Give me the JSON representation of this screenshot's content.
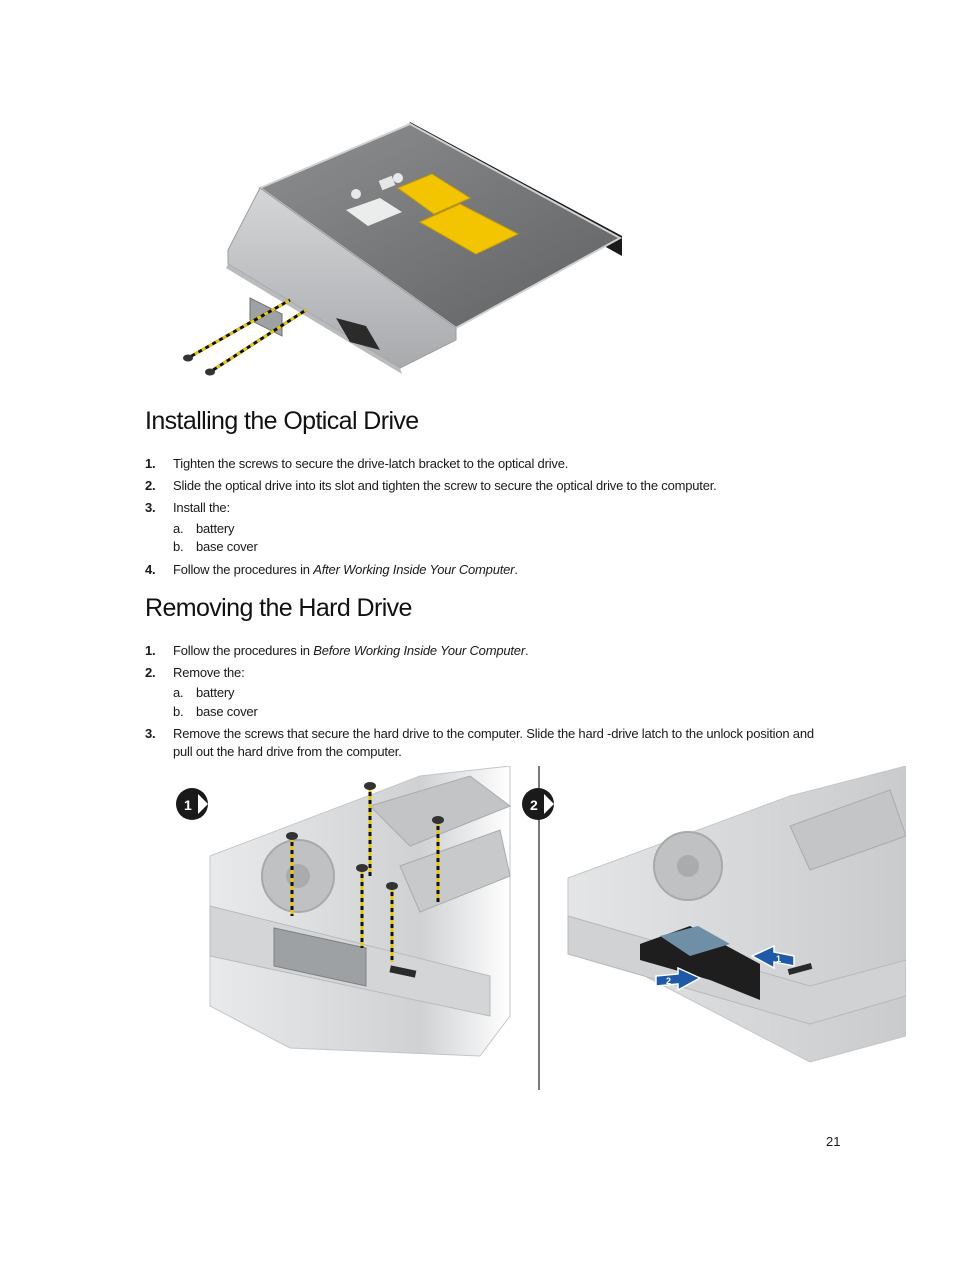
{
  "sections": [
    {
      "title": "Installing the Optical Drive",
      "steps": [
        {
          "num": "1.",
          "text": "Tighten the screws to secure the drive-latch bracket to the optical drive."
        },
        {
          "num": "2.",
          "text": "Slide the optical drive into its slot and tighten the screw to secure the optical drive to the computer."
        },
        {
          "num": "3.",
          "text": "Install the:",
          "subitems": [
            {
              "letter": "a.",
              "text": "battery"
            },
            {
              "letter": "b.",
              "text": "base cover"
            }
          ]
        },
        {
          "num": "4.",
          "text_before": "Follow the procedures in ",
          "text_italic": "After Working Inside Your Computer",
          "text_after": "."
        }
      ]
    },
    {
      "title": "Removing the Hard Drive",
      "steps": [
        {
          "num": "1.",
          "text_before": "Follow the procedures in ",
          "text_italic": "Before Working Inside Your Computer",
          "text_after": "."
        },
        {
          "num": "2.",
          "text": "Remove the:",
          "subitems": [
            {
              "letter": "a.",
              "text": "battery"
            },
            {
              "letter": "b.",
              "text": "base cover"
            }
          ]
        },
        {
          "num": "3.",
          "text": "Remove the screws that secure the hard drive to the computer. Slide the hard -drive latch to the unlock position and pull out the hard drive from the computer."
        }
      ]
    }
  ],
  "figure2": {
    "panel_badges": [
      "1",
      "2"
    ],
    "arrow_labels": [
      "1",
      "2"
    ]
  },
  "page_number": "21",
  "colors": {
    "callout": "#1e5aa8",
    "screw_path": "#e8c800",
    "drive_label": "#f2c500"
  }
}
